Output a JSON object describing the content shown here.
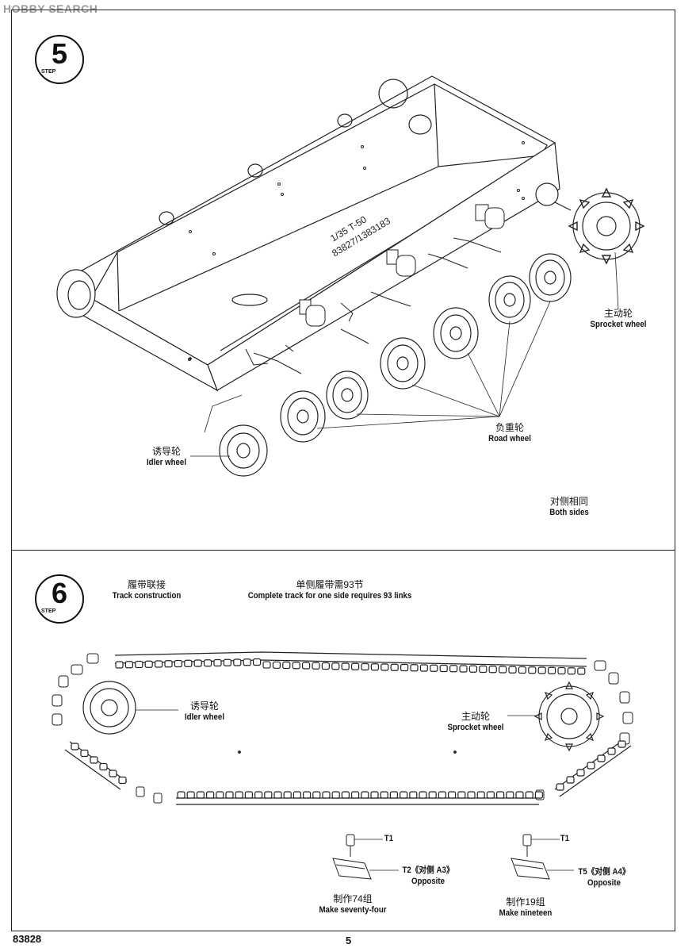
{
  "watermark": "HOBBY SEARCH",
  "step5": {
    "number": "5",
    "step_label": "STEP",
    "hull_marking_line1": "1/35 T-50",
    "hull_marking_line2": "83827/1383183",
    "sprocket": {
      "cn": "主动轮",
      "en": "Sprocket wheel"
    },
    "road": {
      "cn": "负重轮",
      "en": "Road wheel"
    },
    "idler": {
      "cn": "诱导轮",
      "en": "Idler wheel"
    },
    "both_sides": {
      "cn": "对侧相同",
      "en": "Both sides"
    }
  },
  "step6": {
    "number": "6",
    "step_label": "STEP",
    "track_construction": {
      "cn": "履带联接",
      "en": "Track construction"
    },
    "complete_track": {
      "cn": "单侧履带需93节",
      "en": "Complete track for one side requires 93 links"
    },
    "idler": {
      "cn": "诱导轮",
      "en": "Idler wheel"
    },
    "sprocket": {
      "cn": "主动轮",
      "en": "Sprocket wheel"
    },
    "part_a": {
      "t1": "T1",
      "t2_line1": "T2《对侧 A3》",
      "t2_line2": "Opposite",
      "make_cn": "制作74组",
      "make_en": "Make seventy-four"
    },
    "part_b": {
      "t1": "T1",
      "t5_line1": "T5《对侧 A4》",
      "t5_line2": "Opposite",
      "make_cn": "制作19组",
      "make_en": "Make nineteen"
    }
  },
  "footer": {
    "code": "83828",
    "page_number": "5"
  }
}
